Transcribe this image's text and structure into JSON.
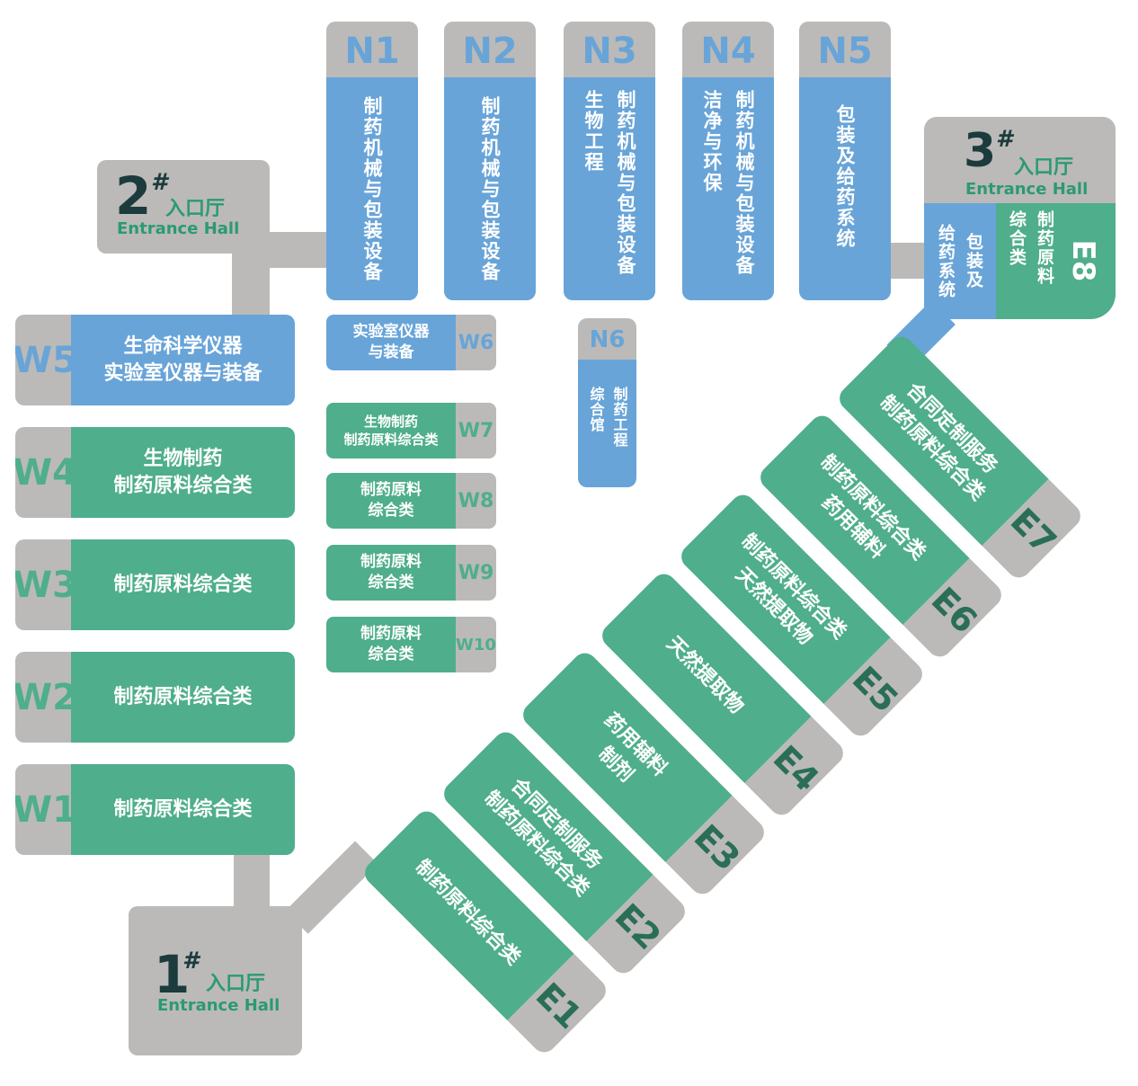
{
  "colors": {
    "gray": "#bbbab8",
    "blue": "#68a4d8",
    "green": "#4fae8b",
    "dark": "#1c3b3c",
    "accent_green": "#2b9a72"
  },
  "entrances": {
    "e1": {
      "num": "1",
      "hash": "#",
      "cn": "入口厅",
      "en": "Entrance Hall"
    },
    "e2": {
      "num": "2",
      "hash": "#",
      "cn": "入口厅",
      "en": "Entrance Hall"
    },
    "e3": {
      "num": "3",
      "hash": "#",
      "cn": "入口厅",
      "en": "Entrance Hall"
    }
  },
  "north": [
    {
      "code": "N1",
      "label": "制药机械与包装设备"
    },
    {
      "code": "N2",
      "label": "制药机械与包装设备"
    },
    {
      "code": "N3",
      "label": "制药机械与包装设备",
      "label2": "生物工程"
    },
    {
      "code": "N4",
      "label": "制药机械与包装设备",
      "label2": "洁净与环保"
    },
    {
      "code": "N5",
      "label": "包装及给药系统"
    }
  ],
  "n6": {
    "code": "N6",
    "label": "制药工程",
    "label2": "综合馆"
  },
  "e8": {
    "code": "E8",
    "blue_label": "包装及",
    "blue_label2": "给药系统",
    "green_label": "制药原料",
    "green_label2": "综合类"
  },
  "west": [
    {
      "code": "W5",
      "line1": "生命科学仪器",
      "line2": "实验室仪器与装备"
    },
    {
      "code": "W4",
      "line1": "生物制药",
      "line2": "制药原料综合类"
    },
    {
      "code": "W3",
      "line1": "制药原料综合类",
      "line2": ""
    },
    {
      "code": "W2",
      "line1": "制药原料综合类",
      "line2": ""
    },
    {
      "code": "W1",
      "line1": "制药原料综合类",
      "line2": ""
    }
  ],
  "small": [
    {
      "code": "W6",
      "line1": "实验室仪器",
      "line2": "与装备"
    },
    {
      "code": "W7",
      "line1": "生物制药",
      "line2": "制药原料综合类"
    },
    {
      "code": "W8",
      "line1": "制药原料",
      "line2": "综合类"
    },
    {
      "code": "W9",
      "line1": "制药原料",
      "line2": "综合类"
    },
    {
      "code": "W10",
      "line1": "制药原料",
      "line2": "综合类"
    }
  ],
  "east": [
    {
      "code": "E1",
      "line1": "制药原料综合类",
      "line2": ""
    },
    {
      "code": "E2",
      "line1": "合同定制服务",
      "line2": "制药原料综合类"
    },
    {
      "code": "E3",
      "line1": "药用辅料",
      "line2": "制剂"
    },
    {
      "code": "E4",
      "line1": "天然提取物",
      "line2": ""
    },
    {
      "code": "E5",
      "line1": "制药原料综合类",
      "line2": "天然提取物"
    },
    {
      "code": "E6",
      "line1": "制药原料综合类",
      "line2": "药用辅料"
    },
    {
      "code": "E7",
      "line1": "合同定制服务",
      "line2": "制药原料综合类"
    }
  ]
}
